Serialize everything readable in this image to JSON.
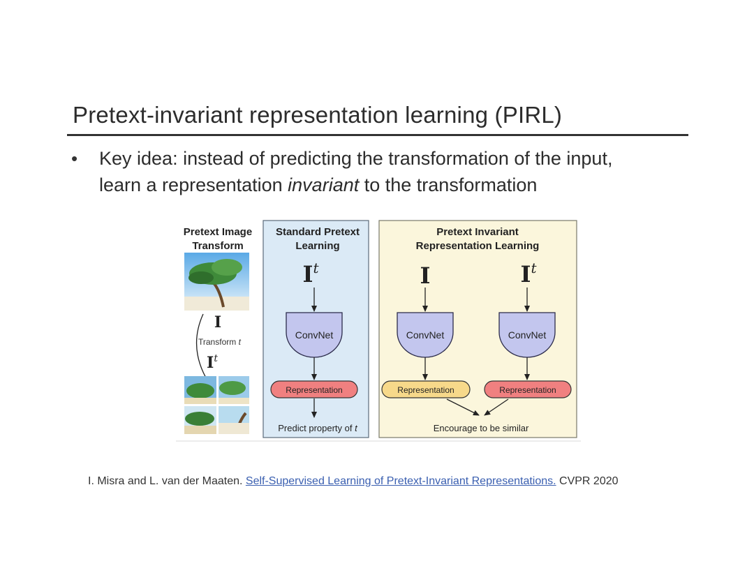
{
  "slide": {
    "title": "Pretext-invariant representation learning (PIRL)",
    "bullet": {
      "part1": "Key idea: instead of predicting the transformation of the input,",
      "part2": "learn a representation ",
      "emphasis": "invariant",
      "part3": " to the transformation"
    }
  },
  "figure": {
    "left_panel": {
      "heading_line1": "Pretext Image",
      "heading_line2": "Transform",
      "symbol_I": "I",
      "symbol_It_base": "I",
      "symbol_It_sup": "t",
      "transform_label": "Transform ",
      "transform_var": "t"
    },
    "standard_panel": {
      "heading_line1": "Standard Pretext",
      "heading_line2": "Learning",
      "input_base": "I",
      "input_sup": "t",
      "convnet": "ConvNet",
      "representation": "Representation",
      "output_label": "Predict property of ",
      "output_var": "t",
      "bg_color": "#dbeaf6"
    },
    "pirl_panel": {
      "heading_line1": "Pretext Invariant",
      "heading_line2": "Representation Learning",
      "input_left": "I",
      "input_right_base": "I",
      "input_right_sup": "t",
      "convnet_left": "ConvNet",
      "convnet_right": "ConvNet",
      "representation_left": "Representation",
      "representation_right": "Representation",
      "output_label": "Encourage to be similar",
      "bg_color": "#fbf6dc"
    },
    "colors": {
      "convnet_fill": "#c3c6ee",
      "representation_red": "#f08080",
      "representation_yellow": "#f7d98a"
    }
  },
  "citation": {
    "authors": "I. Misra and L. van der Maaten. ",
    "link_text": "Self-Supervised Learning of Pretext-Invariant Representations.",
    "venue": " CVPR 2020"
  }
}
